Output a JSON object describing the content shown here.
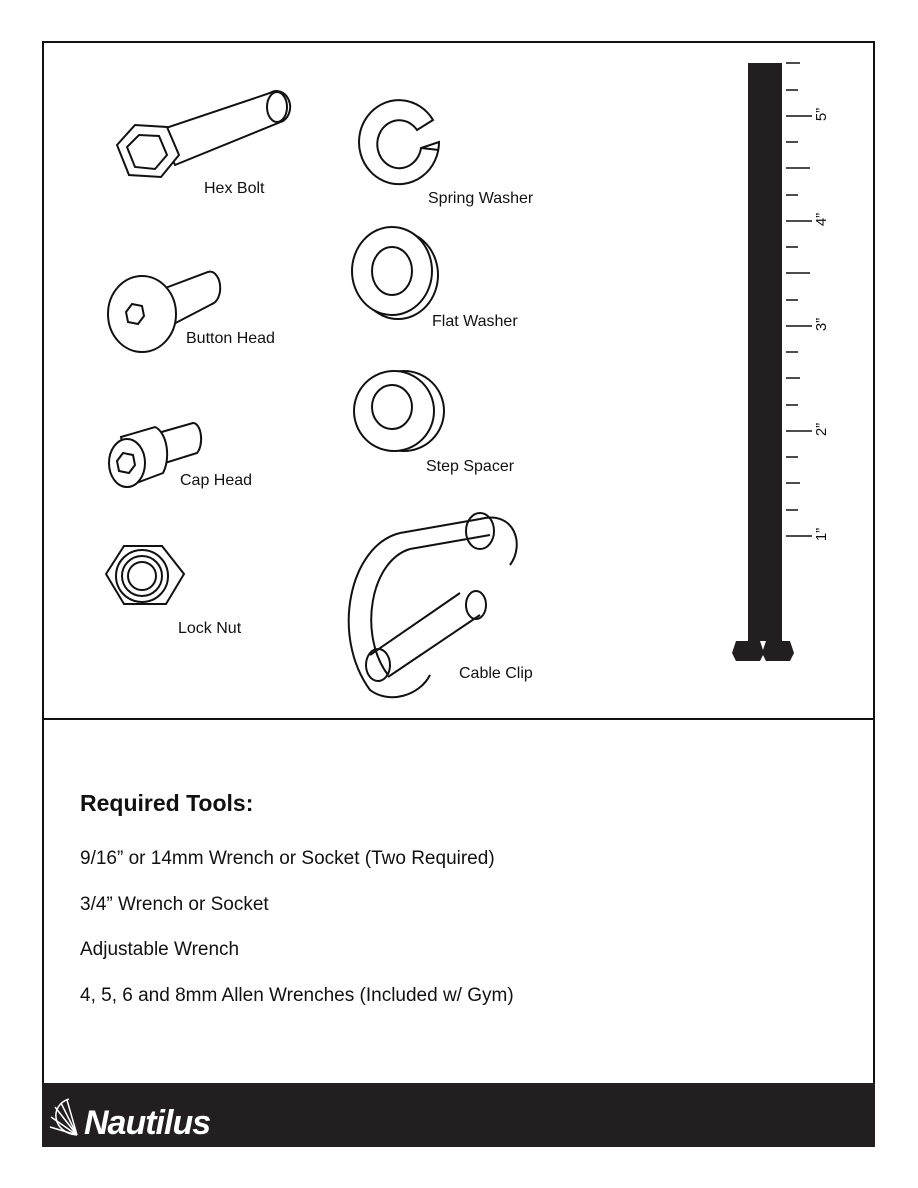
{
  "hardware": {
    "hex_bolt": "Hex Bolt",
    "spring_washer": "Spring Washer",
    "button_head": "Button Head",
    "flat_washer": "Flat Washer",
    "cap_head": "Cap Head",
    "step_spacer": "Step Spacer",
    "lock_nut": "Lock Nut",
    "cable_clip": "Cable Clip"
  },
  "ruler": {
    "marks": [
      "1”",
      "2”",
      "3”",
      "4”",
      "5”"
    ]
  },
  "tools": {
    "title": "Required Tools:",
    "items": [
      "9/16” or 14mm Wrench or Socket (Two Required)",
      "3/4” Wrench or Socket",
      "Adjustable Wrench",
      "4, 5, 6 and 8mm Allen Wrenches (Included w/ Gym)"
    ]
  },
  "footer": {
    "brand": "Nautilus",
    "background": "#231f20"
  }
}
